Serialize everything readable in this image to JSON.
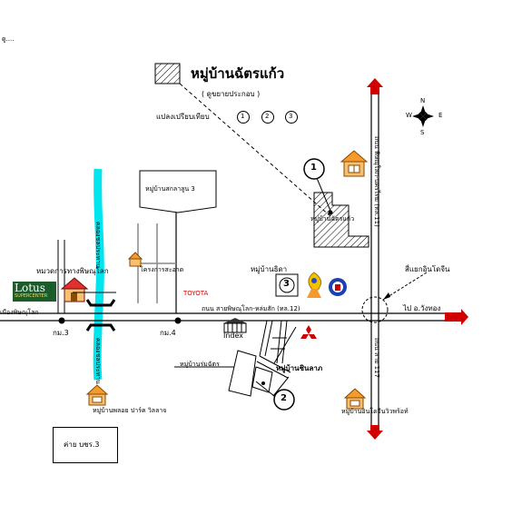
{
  "legend": {
    "project_name": "หมู่บ้านฉัตรแก้ว",
    "subtitle": "( ดูขยายประกอบ )",
    "plans_label": "แปลงเปรียบเทียบ",
    "plan_numbers": [
      "1",
      "2",
      "3"
    ]
  },
  "compass": {
    "north": "N",
    "south": "S",
    "east": "E",
    "west": "W"
  },
  "places": {
    "top_left_fragment": "ดู....",
    "village_chatkaew": "หมู่บ้านฉัตรแก้ว",
    "village_sakala": "หมู่บ้านสกลาลูน 3",
    "village_thida": "หมู่บ้านธิดา",
    "village_chinalak": "หมู่บ้านชินลาภ",
    "village_romchat": "หมู่บ้านร่มฉัตร",
    "village_ploen": "หมู่บ้านพลอย ปาร์ค วิลลาจ",
    "village_golden": "หมู่บ้านอินโดจีนวิวพร้อท์",
    "highway_office": "หมวดการทางพิษณุโลก",
    "lotus": "Lotus",
    "lotus_sub": "SUPERCENTER",
    "toyota": "TOYOTA",
    "index": "Index",
    "camp": "ค่าย บชร.3",
    "intersection": "สี่แยกอินโดจีน",
    "to_wangthong": "ไป อ.วังทอง",
    "to_phitsanulok": "เมืองพิษณุโลก",
    "km3": "กม.3",
    "km4": "กม.4",
    "main_road": "ถนน สายพิษณุโลก-หล่มสัก (ทล.12)",
    "canal_top": "คลองชลประทาน",
    "canal_bottom": "คลองชลประทาน",
    "highway_north": "ถนน พิษณุโลก-นครไทย (ทล.11)",
    "highway_south": "ถนน สาย 117",
    "small_village": "โครงการสะอาด",
    "chatkaew_small": "หมู่บ้านฉัตรแก้ว"
  },
  "markers": {
    "m1": "1",
    "m2": "2",
    "m3": "3"
  },
  "colors": {
    "canal": "#00e5ee",
    "arrow": "#d00000"
  }
}
